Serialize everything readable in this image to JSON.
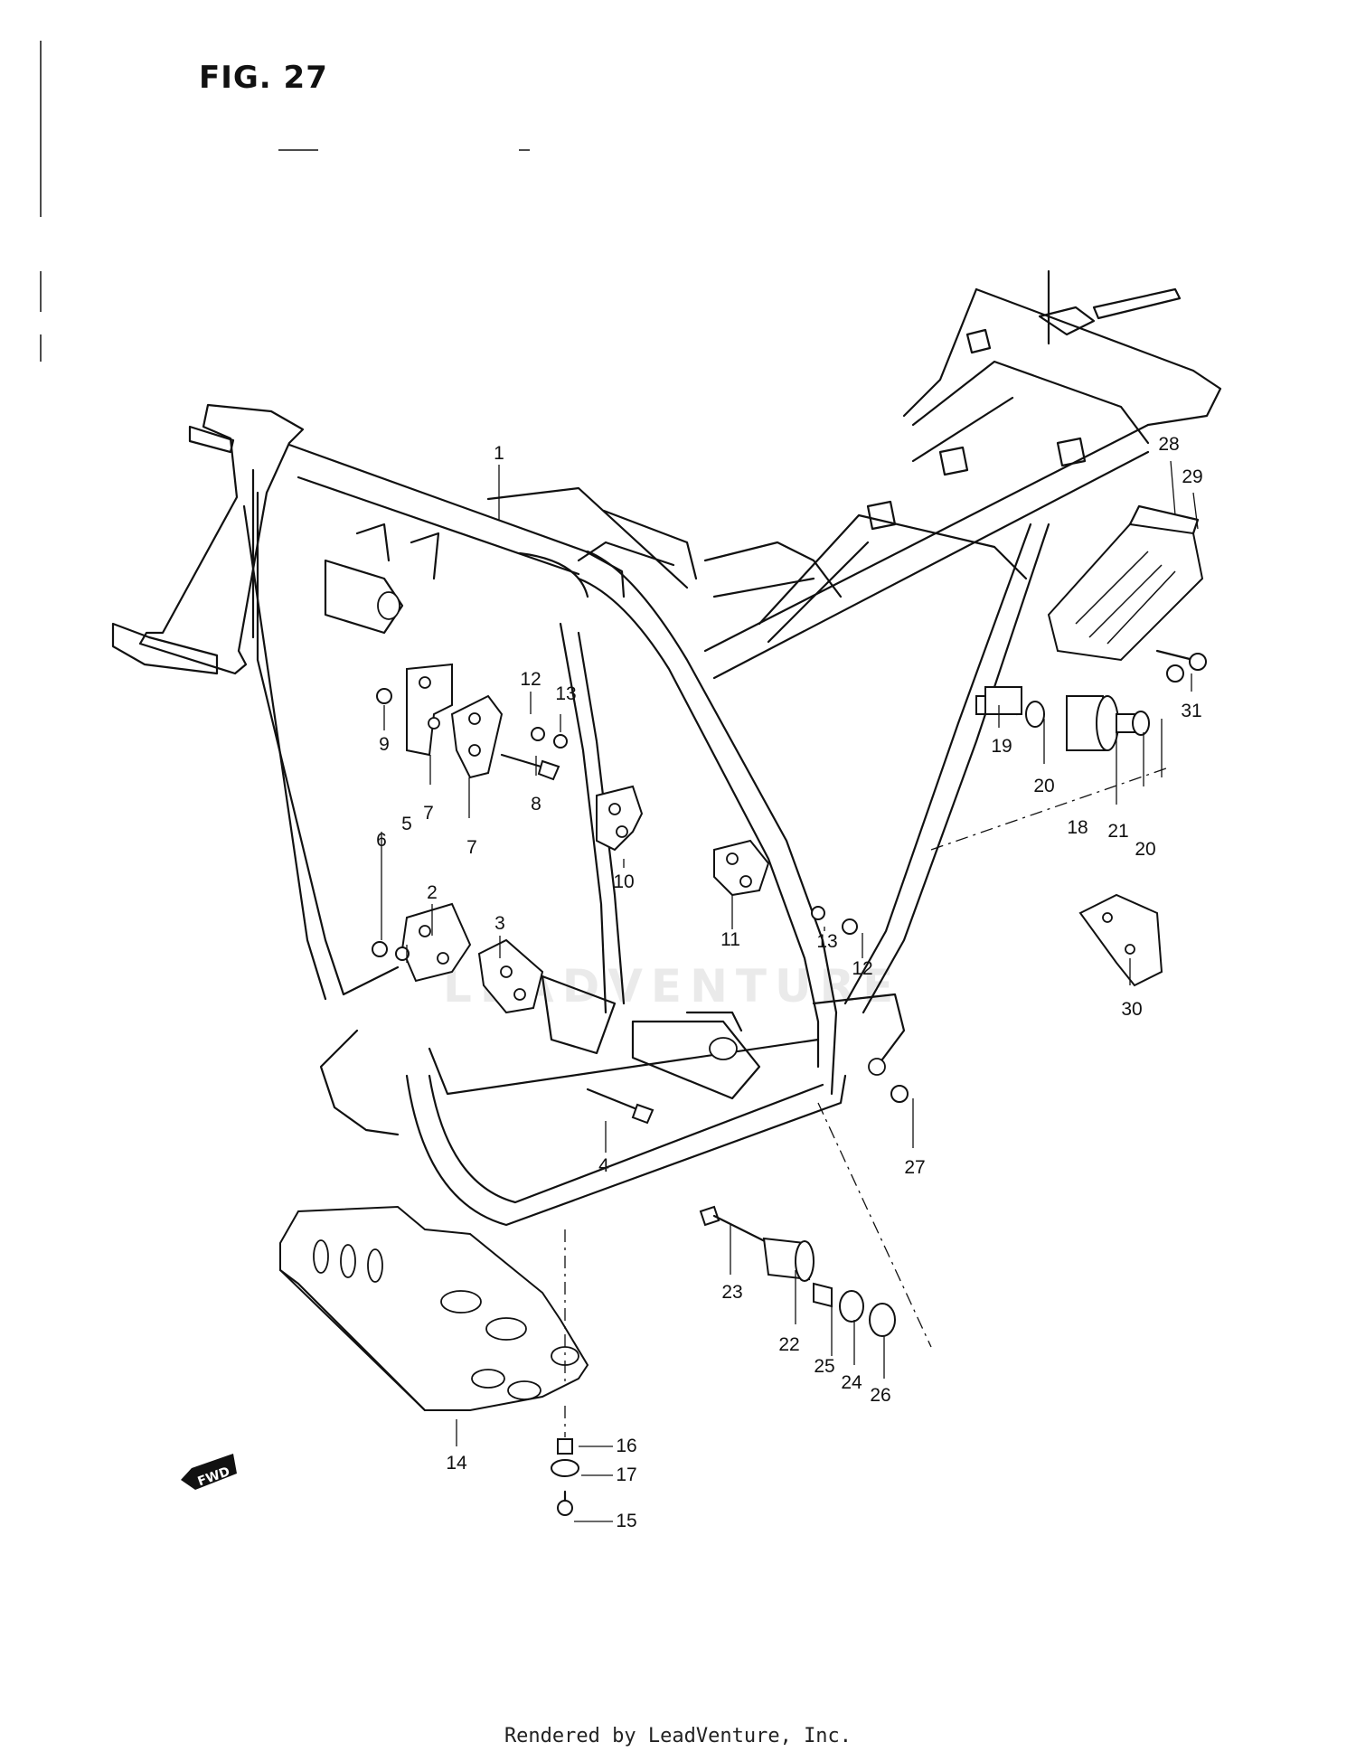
{
  "figure": {
    "title": "FIG. 27"
  },
  "footer": {
    "text": "Rendered by LeadVenture, Inc."
  },
  "watermark": {
    "text": "LEADVENTURE"
  },
  "fwd_badge": {
    "text": "FWD"
  },
  "callouts": [
    "1",
    "2",
    "3",
    "4",
    "5",
    "6",
    "7",
    "7",
    "8",
    "9",
    "10",
    "11",
    "12",
    "12",
    "13",
    "13",
    "14",
    "15",
    "16",
    "17",
    "18",
    "19",
    "20",
    "20",
    "21",
    "22",
    "23",
    "24",
    "25",
    "26",
    "27",
    "28",
    "29",
    "30",
    "31"
  ]
}
